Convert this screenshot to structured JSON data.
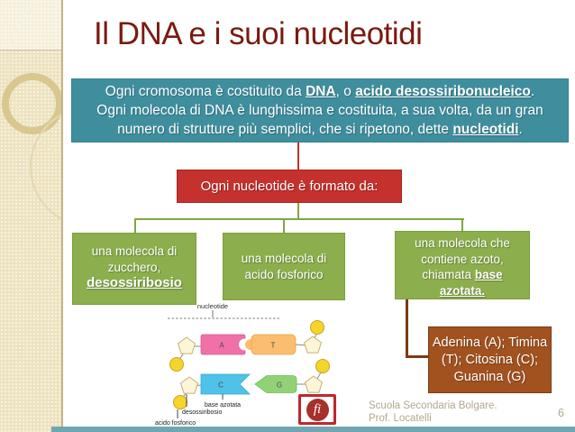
{
  "slide": {
    "title": "Il DNA e i suoi nucleotidi",
    "footer": "Scuola Secondaria Bolgare. Prof. Locatelli",
    "page_number": "6"
  },
  "intro_box": {
    "l1s1": "Ogni cromosoma è costituito da ",
    "l1s2": "DNA",
    "l1s3": ", o ",
    "l1s4": "acido desossiribonucleico",
    "l1s5": ".",
    "l2": "Ogni molecola di DNA è lunghissima  e costituita, a sua volta, da un gran",
    "l3s1": "numero di strutture più semplici, che si ripetono, dette ",
    "l3s2": "nucleotidi",
    "l3s3": "."
  },
  "nucleotide_box": {
    "label": "Ogni nucleotide è formato da:"
  },
  "components": {
    "sugar": {
      "l1": "una molecola di",
      "l2": "zucchero,",
      "l3": "desossiribosio"
    },
    "phosphate": {
      "l1": "una molecola di",
      "l2": "acido fosforico"
    },
    "base": {
      "l1": "una molecola che",
      "l2": "contiene azoto,",
      "l3a": "chiamata ",
      "l3b": "base",
      "l4": "azotata."
    }
  },
  "bases_box": {
    "l1": "Adenina (A); Timina",
    "l2": "(T); Citosina (C);",
    "l3": "Guanina (G)"
  },
  "diagram": {
    "bracket_label": "nucleotide",
    "base_a": "A",
    "base_t": "T",
    "base_c": "C",
    "base_g": "G",
    "label_base": "base azotata",
    "label_sugar": "desossiribosio",
    "label_phosphate": "acido fosforico"
  },
  "logo": {
    "text": "fi"
  },
  "colors": {
    "title_maroon": "#7A1B11",
    "intro_teal": "#3F8E9E",
    "node_red": "#C5312D",
    "node_green": "#8CAE4D",
    "node_brown": "#A1521F",
    "connector_green": "#7FA843",
    "connector_brown": "#7C3A14",
    "sidebar_beige": "#EDE2BE",
    "bottom_bar_teal": "#6FA6B2",
    "footer_gray": "#B3A78D",
    "base_a_pink": "#EF71A8",
    "base_t_orange": "#FBBD6F",
    "base_c_blue": "#4FC2E7",
    "base_g_green": "#92D277",
    "phosphate_yellow": "#F5D42C",
    "sugar_cream": "#FCF5D8"
  }
}
